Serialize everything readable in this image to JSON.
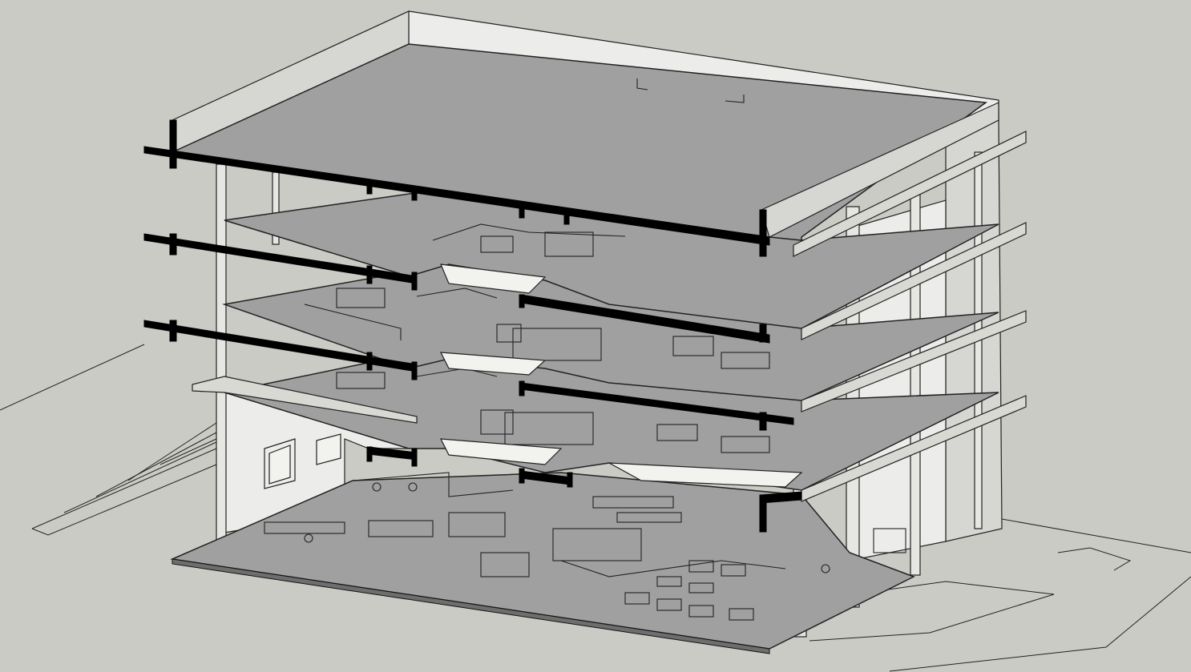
{
  "app": {
    "background_color": "#cbcbc5",
    "slab_color": "#a0a0a0",
    "wall_light_color": "#ececea",
    "beam_color": "#000000"
  },
  "model": {
    "floors": 5,
    "levels": [
      "roof",
      "level-4",
      "level-3",
      "level-2",
      "ground"
    ]
  }
}
